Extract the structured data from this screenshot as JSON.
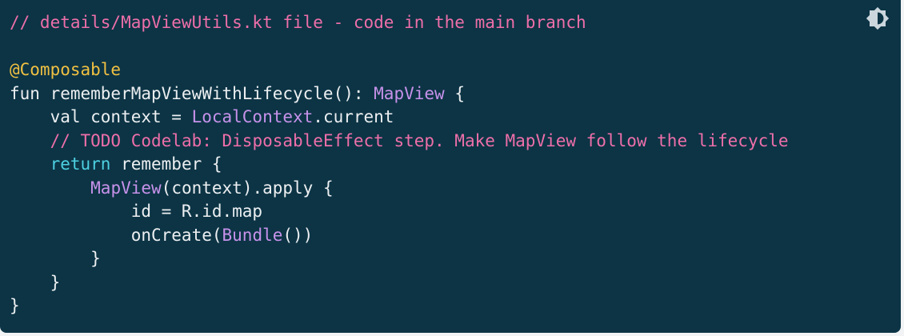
{
  "colors": {
    "page_bg": "#f1f3f4",
    "block_bg": "#0c3445",
    "text": "#eceff1",
    "comment": "#ee6fa9",
    "keyword": "#4dd0e1",
    "type": "#c792ea",
    "annotation": "#f0c042",
    "icon": "#ccd6dd"
  },
  "toolbar": {
    "theme_toggle_icon": "brightness-medium-icon"
  },
  "code": {
    "language": "kotlin",
    "lines": [
      {
        "tokens": [
          {
            "t": "// details/MapViewUtils.kt file - code in the main branch",
            "c": "com"
          }
        ]
      },
      {
        "tokens": []
      },
      {
        "tokens": [
          {
            "t": "@Composable",
            "c": "ann"
          }
        ]
      },
      {
        "tokens": [
          {
            "t": "fun rememberMapViewWithLifecycle(): ",
            "c": "pln"
          },
          {
            "t": "MapView",
            "c": "typ"
          },
          {
            "t": " {",
            "c": "pln"
          }
        ]
      },
      {
        "tokens": [
          {
            "t": "    val context = ",
            "c": "pln"
          },
          {
            "t": "LocalContext",
            "c": "typ"
          },
          {
            "t": ".current",
            "c": "pln"
          }
        ]
      },
      {
        "tokens": [
          {
            "t": "    ",
            "c": "pln"
          },
          {
            "t": "// TODO Codelab: DisposableEffect step. Make MapView follow the lifecycle",
            "c": "com"
          }
        ]
      },
      {
        "tokens": [
          {
            "t": "    ",
            "c": "pln"
          },
          {
            "t": "return",
            "c": "kwd"
          },
          {
            "t": " remember {",
            "c": "pln"
          }
        ]
      },
      {
        "tokens": [
          {
            "t": "        ",
            "c": "pln"
          },
          {
            "t": "MapView",
            "c": "typ"
          },
          {
            "t": "(context).apply {",
            "c": "pln"
          }
        ]
      },
      {
        "tokens": [
          {
            "t": "            id = R.id.map",
            "c": "pln"
          }
        ]
      },
      {
        "tokens": [
          {
            "t": "            onCreate(",
            "c": "pln"
          },
          {
            "t": "Bundle",
            "c": "typ"
          },
          {
            "t": "())",
            "c": "pln"
          }
        ]
      },
      {
        "tokens": [
          {
            "t": "        }",
            "c": "pln"
          }
        ]
      },
      {
        "tokens": [
          {
            "t": "    }",
            "c": "pln"
          }
        ]
      },
      {
        "tokens": [
          {
            "t": "}",
            "c": "pln"
          }
        ]
      }
    ]
  }
}
